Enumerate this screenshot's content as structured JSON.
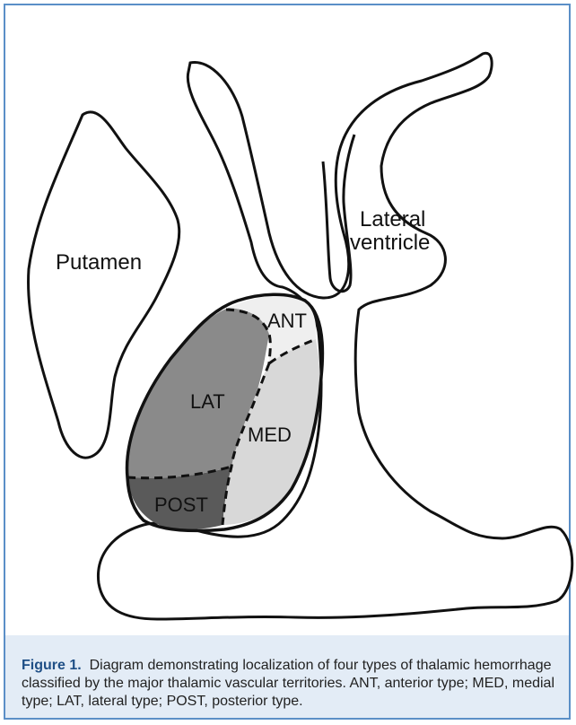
{
  "diagram": {
    "labels": {
      "putamen": "Putamen",
      "lateral_ventricle_line1": "Lateral",
      "lateral_ventricle_line2": "ventricle",
      "ant": "ANT",
      "lat": "LAT",
      "med": "MED",
      "post": "POST"
    },
    "colors": {
      "outline": "#111111",
      "ant_fill": "#efefef",
      "lat_fill": "#8a8a8a",
      "med_fill": "#d8d8d8",
      "post_fill": "#5a5a5a",
      "frame": "#5b8fc7",
      "caption_bg": "#e3ecf6"
    }
  },
  "caption": {
    "label": "Figure 1.",
    "text": "Diagram demonstrating localization of four types of thalamic hemorrhage classified by the major thalamic vascular territories. ANT, anterior type; MED, medial type; LAT, lateral type; POST, posterior type."
  }
}
